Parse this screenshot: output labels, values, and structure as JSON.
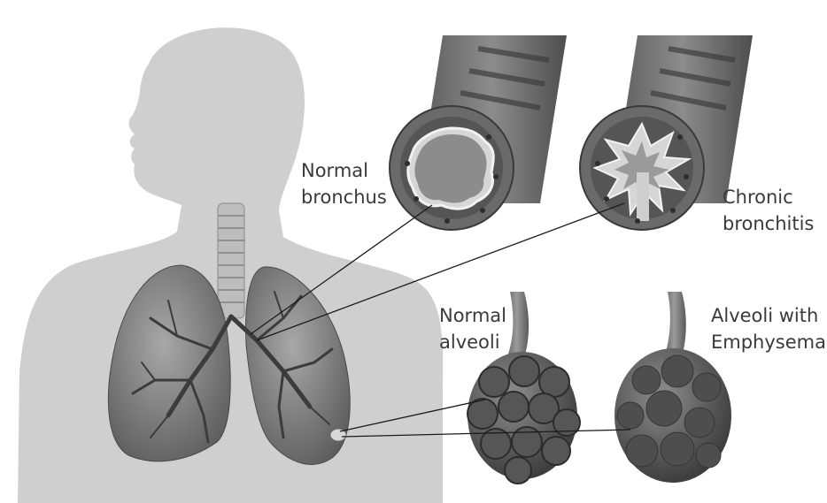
{
  "labels": {
    "normal_bronchus": {
      "line1": "Normal",
      "line2": "bronchus"
    },
    "chronic_bronchitis": {
      "line1": "Chronic",
      "line2": "bronchitis"
    },
    "normal_alveoli": {
      "line1": "Normal",
      "line2": "alveoli"
    },
    "alveoli_emphysema": {
      "line1": "Alveoli with",
      "line2": "Emphysema"
    }
  },
  "colors": {
    "silhouette": "#cfcfcf",
    "lung": "#8a8a8a",
    "lung_dark": "#5f5f5f",
    "bronchi": "#3c3c3c",
    "tube_outer": "#6e6e6e",
    "tube_inner": "#4a4a4a",
    "leader_line": "#1a1a1a",
    "text": "#3a3a3a"
  }
}
